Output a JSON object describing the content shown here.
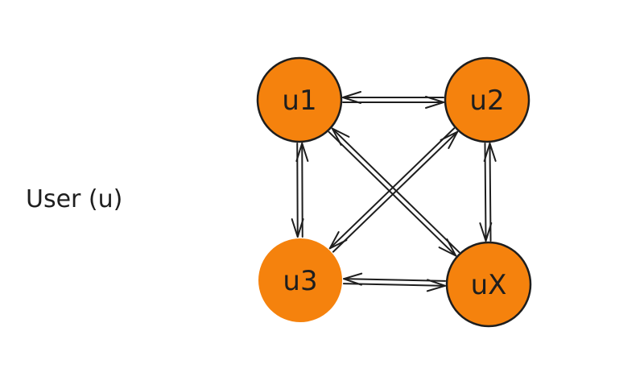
{
  "diagram": {
    "caption": "User (u)",
    "node_color": "#f5820d",
    "stroke_color": "#1e1e1e",
    "nodes": [
      {
        "id": "u1",
        "label": "u1"
      },
      {
        "id": "u2",
        "label": "u2"
      },
      {
        "id": "u3",
        "label": "u3"
      },
      {
        "id": "ux",
        "label": "uX"
      }
    ],
    "edges": [
      {
        "from": "u1",
        "to": "u2"
      },
      {
        "from": "u2",
        "to": "u1"
      },
      {
        "from": "u1",
        "to": "u3"
      },
      {
        "from": "u3",
        "to": "u1"
      },
      {
        "from": "u2",
        "to": "ux"
      },
      {
        "from": "ux",
        "to": "u2"
      },
      {
        "from": "u3",
        "to": "ux"
      },
      {
        "from": "ux",
        "to": "u3"
      },
      {
        "from": "u1",
        "to": "ux"
      },
      {
        "from": "ux",
        "to": "u1"
      },
      {
        "from": "u2",
        "to": "u3"
      },
      {
        "from": "u3",
        "to": "u2"
      }
    ]
  }
}
